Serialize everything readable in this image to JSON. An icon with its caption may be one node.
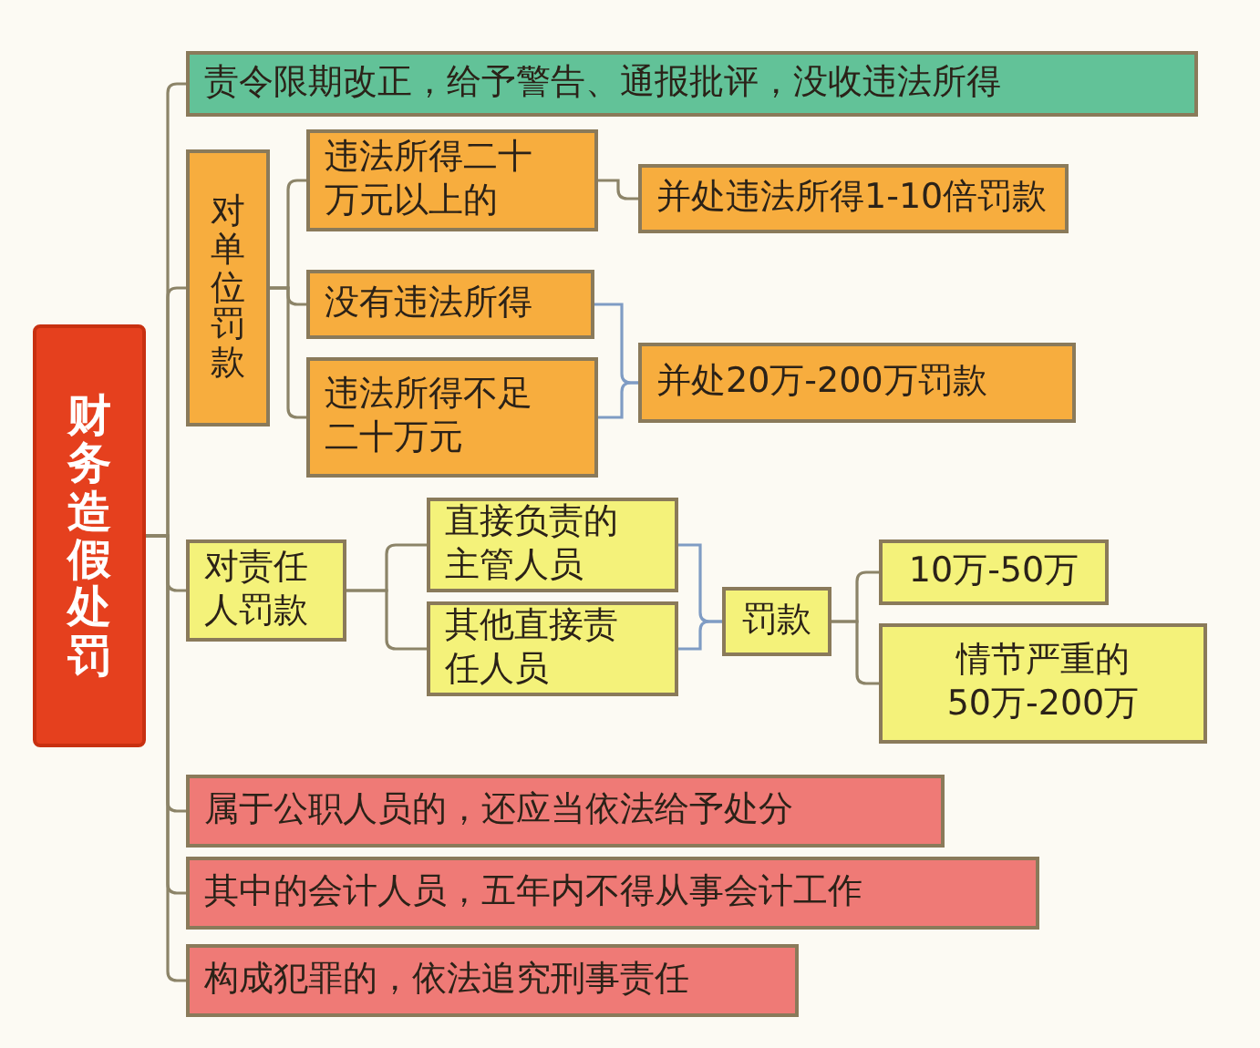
{
  "diagram": {
    "nodes": [
      {
        "text": [
          "财务造假处罚"
        ]
      },
      {
        "text": [
          "责令限期改正，给予警告、通报批评，没收违法所得"
        ]
      },
      {
        "text": [
          "对单位罚款"
        ]
      },
      {
        "text": [
          "违法所得二十万元以上的"
        ]
      },
      {
        "text": [
          "没有违法所得"
        ]
      },
      {
        "text": [
          "违法所得不足二十万元"
        ]
      },
      {
        "text": [
          "并处违法所得1-10倍罚款"
        ]
      },
      {
        "text": [
          "并处20万-200万罚款"
        ]
      },
      {
        "text": [
          "对责任人罚款"
        ]
      },
      {
        "text": [
          "直接负责的主管人员"
        ]
      },
      {
        "text": [
          "其他直接责任人员"
        ]
      },
      {
        "text": [
          "罚款"
        ]
      },
      {
        "text": [
          "10万-50万"
        ]
      },
      {
        "text": [
          "情节严重的50万-200万"
        ]
      },
      {
        "text": [
          "属于公职人员的，还应当依法给予处分"
        ]
      },
      {
        "text": [
          "其中的会计人员，五年内不得从事会计工作"
        ]
      },
      {
        "text": [
          "构成犯罪的，依法追究刑事责任"
        ]
      }
    ],
    "edges": [
      {
        "from": 0,
        "to": 1,
        "arrow": "none"
      },
      {
        "from": 0,
        "to": 2,
        "arrow": "none"
      },
      {
        "from": 0,
        "to": 8,
        "arrow": "none"
      },
      {
        "from": 0,
        "to": 14,
        "arrow": "none"
      },
      {
        "from": 0,
        "to": 15,
        "arrow": "none"
      },
      {
        "from": 0,
        "to": 16,
        "arrow": "none"
      },
      {
        "from": 2,
        "to": 3,
        "arrow": "none"
      },
      {
        "from": 2,
        "to": 4,
        "arrow": "none"
      },
      {
        "from": 2,
        "to": 5,
        "arrow": "none"
      },
      {
        "from": 3,
        "to": 6,
        "arrow": "none"
      },
      {
        "from": 4,
        "to": 7,
        "arrow": "none",
        "color": "#7f9cc4"
      },
      {
        "from": 5,
        "to": 7,
        "arrow": "none",
        "color": "#7f9cc4"
      },
      {
        "from": 8,
        "to": 9,
        "arrow": "none"
      },
      {
        "from": 8,
        "to": 10,
        "arrow": "none"
      },
      {
        "from": 9,
        "to": 11,
        "arrow": "none",
        "color": "#7f9cc4"
      },
      {
        "from": 10,
        "to": 11,
        "arrow": "none",
        "color": "#7f9cc4"
      },
      {
        "from": 11,
        "to": 12,
        "arrow": "none"
      },
      {
        "from": 11,
        "to": 13,
        "arrow": "none"
      }
    ]
  }
}
